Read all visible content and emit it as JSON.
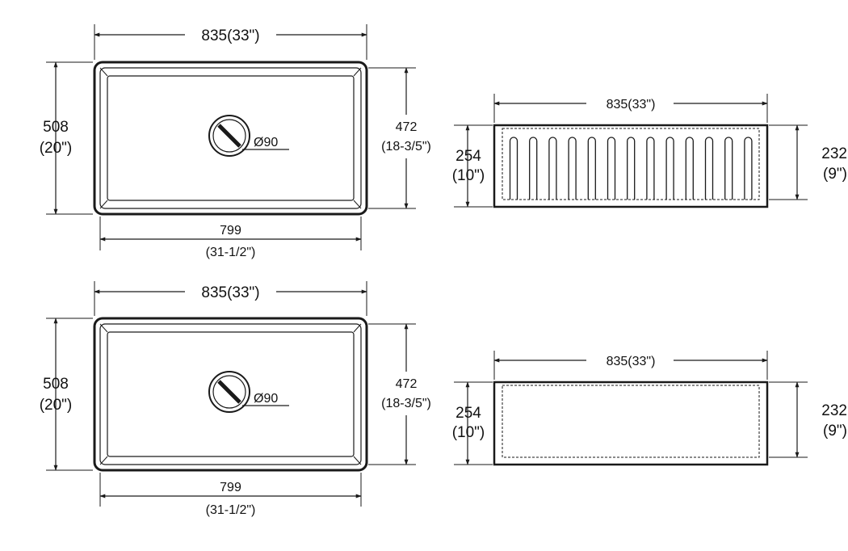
{
  "colors": {
    "line": "#1a1a1a",
    "fill": "#ffffff",
    "text": "#111111"
  },
  "drawings": [
    {
      "top_view": {
        "overall_length": "835(33\")",
        "depth_mm": "508",
        "depth_in": "(20\")",
        "inner_depth_mm": "472",
        "inner_depth_in": "(18-3/5\")",
        "inner_length_mm": "799",
        "inner_length_in": "(31-1/2\")",
        "drain_label": "Ø90",
        "drain_icon": "drain-strainer-icon"
      },
      "front_view": {
        "style": "fluted",
        "overall_length": "835(33\")",
        "height_mm": "254",
        "height_in": "(10\")",
        "inner_height_mm": "232",
        "inner_height_in": "(9\")"
      }
    },
    {
      "top_view": {
        "overall_length": "835(33\")",
        "depth_mm": "508",
        "depth_in": "(20\")",
        "inner_depth_mm": "472",
        "inner_depth_in": "(18-3/5\")",
        "inner_length_mm": "799",
        "inner_length_in": "(31-1/2\")",
        "drain_label": "Ø90",
        "drain_icon": "drain-strainer-icon"
      },
      "front_view": {
        "style": "plain",
        "overall_length": "835(33\")",
        "height_mm": "254",
        "height_in": "(10\")",
        "inner_height_mm": "232",
        "inner_height_in": "(9\")"
      }
    }
  ]
}
